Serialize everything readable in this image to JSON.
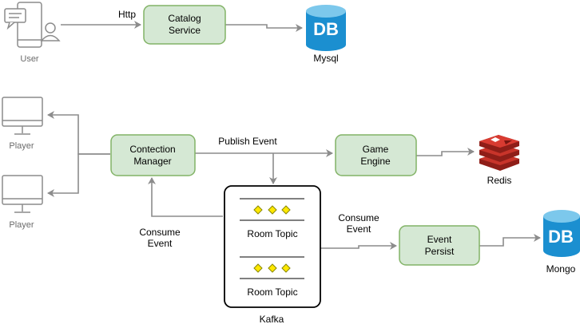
{
  "top": {
    "user_label": "User",
    "http_label": "Http",
    "catalog_line1": "Catalog",
    "catalog_line2": "Service",
    "mysql_db_text": "DB",
    "mysql_label": "Mysql"
  },
  "players": {
    "player1_label": "Player",
    "player2_label": "Player"
  },
  "manager": {
    "line1": "Contection",
    "line2": "Manager"
  },
  "edges": {
    "publish_event": "Publish Event",
    "consume_event_left_line1": "Consume",
    "consume_event_left_line2": "Event",
    "consume_event_right_line1": "Consume",
    "consume_event_right_line2": "Event"
  },
  "game_engine": {
    "line1": "Game",
    "line2": "Engine"
  },
  "redis": {
    "label": "Redis"
  },
  "kafka": {
    "topic1": "Room Topic",
    "topic2": "Room Topic",
    "label": "Kafka"
  },
  "event_persist": {
    "line1": "Event",
    "line2": "Persist"
  },
  "mongo": {
    "db_text": "DB",
    "label": "Mongo"
  },
  "colors": {
    "node_fill": "#d5e8d4",
    "node_stroke": "#82b366",
    "db_blue": "#1b8fd0",
    "db_top": "#7cc8ec",
    "redis_red": "#c8342a",
    "gray": "#8c8c8c",
    "diamond_yellow": "#ffe800"
  }
}
